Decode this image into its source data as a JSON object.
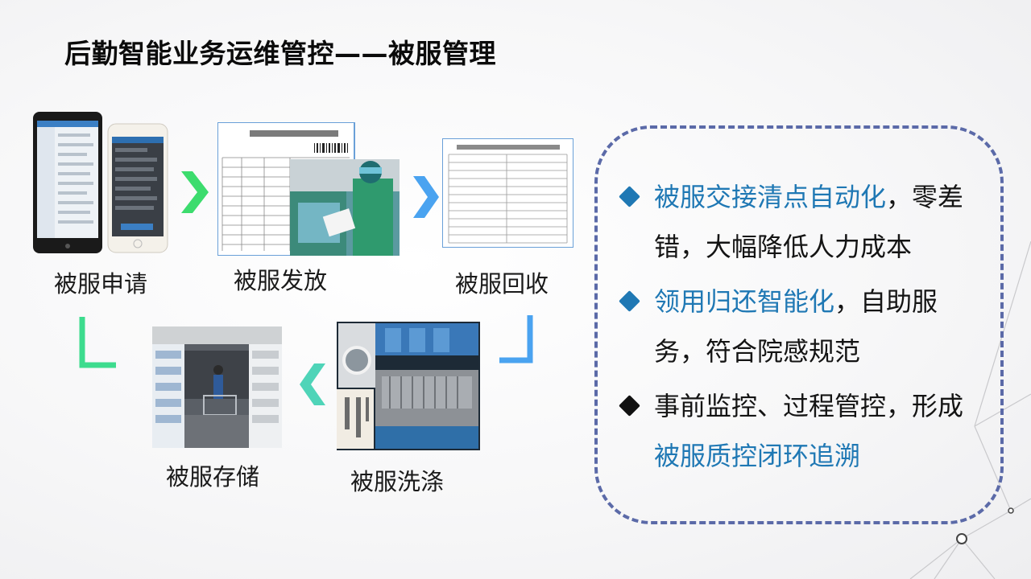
{
  "title": "后勤智能业务运维管控——被服管理",
  "steps": {
    "apply": "被服申请",
    "issue": "被服发放",
    "recycle": "被服回收",
    "wash": "被服洗涤",
    "store": "被服存储"
  },
  "bullets": [
    {
      "highlight": "被服交接清点自动化",
      "rest": "，零差错，大幅降低人力成本",
      "diamond_color": "#1f78b4"
    },
    {
      "highlight": "领用归还智能化",
      "rest": "，自助服务，符合院感规范",
      "diamond_color": "#1f78b4"
    },
    {
      "prefix": "事前监控、过程管控，形成",
      "highlight": "被服质控闭环追溯",
      "diamond_color": "#111111"
    }
  ],
  "colors": {
    "panel_border": "#5b6aa8",
    "highlight_text": "#1f78b4",
    "arrow_green": "#3ddc6e",
    "arrow_blue": "#4aa3f0",
    "arrow_teal": "#4fd4b8"
  }
}
